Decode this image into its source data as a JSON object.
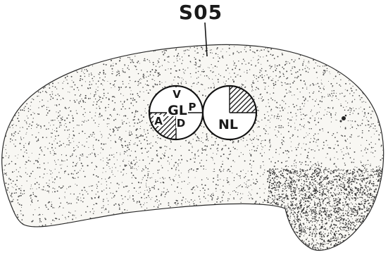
{
  "figure": {
    "title": "S05",
    "circle_left": {
      "center_label": "GL",
      "quadrants": {
        "top": "V",
        "bottom": "D",
        "left": "A",
        "right": "P"
      },
      "hatched_quadrant": "bottom-left"
    },
    "circle_right": {
      "center_label": "NL",
      "hatched_quadrant": "top-right"
    }
  }
}
